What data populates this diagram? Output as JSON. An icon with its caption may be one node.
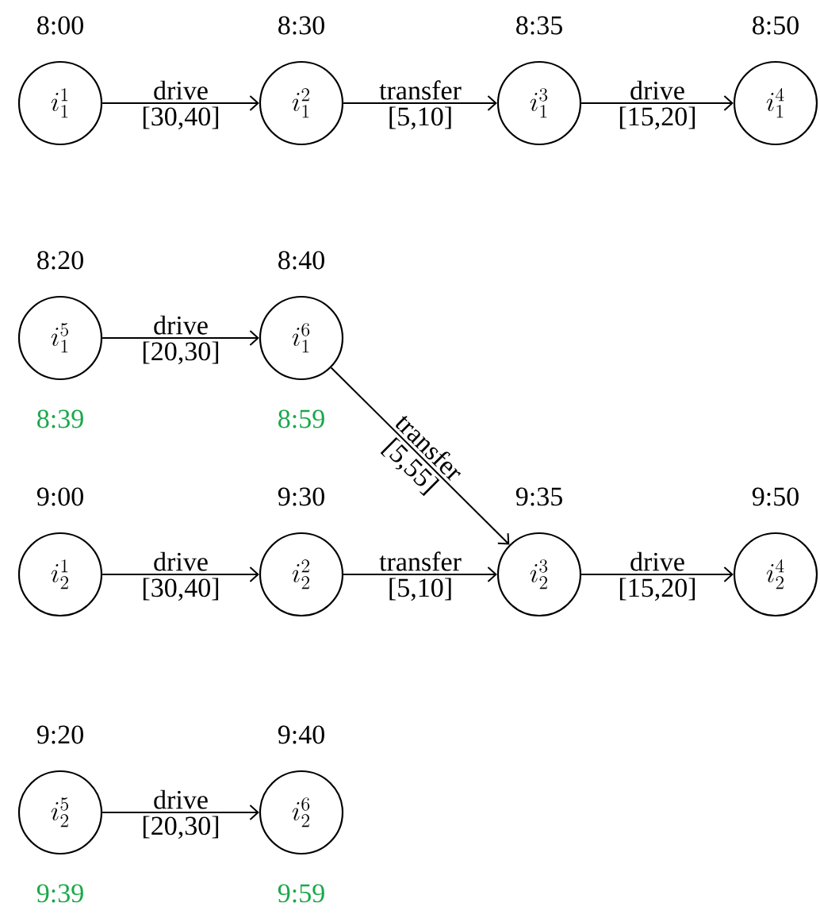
{
  "diagram": {
    "nodes": [
      {
        "text": [
          "i_1^1"
        ],
        "beside": [
          "8:00"
        ]
      },
      {
        "text": [
          "i_1^2"
        ],
        "beside": [
          "8:30"
        ]
      },
      {
        "text": [
          "i_1^3"
        ],
        "beside": [
          "8:35"
        ]
      },
      {
        "text": [
          "i_1^4"
        ],
        "beside": [
          "8:50"
        ]
      },
      {
        "text": [
          "i_1^5"
        ],
        "beside": [
          "8:20",
          "8:39"
        ]
      },
      {
        "text": [
          "i_1^6"
        ],
        "beside": [
          "8:40",
          "8:59"
        ]
      },
      {
        "text": [
          "i_2^1"
        ],
        "beside": [
          "9:00"
        ]
      },
      {
        "text": [
          "i_2^2"
        ],
        "beside": [
          "9:30"
        ]
      },
      {
        "text": [
          "i_2^3"
        ],
        "beside": [
          "9:35"
        ]
      },
      {
        "text": [
          "i_2^4"
        ],
        "beside": [
          "9:50"
        ]
      },
      {
        "text": [
          "i_2^5"
        ],
        "beside": [
          "9:20",
          "9:39"
        ]
      },
      {
        "text": [
          "i_2^6"
        ],
        "beside": [
          "9:40",
          "9:59"
        ]
      }
    ],
    "edges": [
      {
        "from": 0,
        "to": 1,
        "arrow": "to",
        "label": [
          "drive",
          "[30,40]"
        ]
      },
      {
        "from": 1,
        "to": 2,
        "arrow": "to",
        "label": [
          "transfer",
          "[5,10]"
        ]
      },
      {
        "from": 2,
        "to": 3,
        "arrow": "to",
        "label": [
          "drive",
          "[15,20]"
        ]
      },
      {
        "from": 4,
        "to": 5,
        "arrow": "to",
        "label": [
          "drive",
          "[20,30]"
        ]
      },
      {
        "from": 5,
        "to": 8,
        "arrow": "to",
        "label": [
          "transfer",
          "[5,55]"
        ]
      },
      {
        "from": 6,
        "to": 7,
        "arrow": "to",
        "label": [
          "drive",
          "[30,40]"
        ]
      },
      {
        "from": 7,
        "to": 8,
        "arrow": "to",
        "label": [
          "transfer",
          "[5,10]"
        ]
      },
      {
        "from": 8,
        "to": 9,
        "arrow": "to",
        "label": [
          "drive",
          "[15,20]"
        ]
      },
      {
        "from": 10,
        "to": 11,
        "arrow": "to",
        "label": [
          "drive",
          "[20,30]"
        ]
      }
    ]
  }
}
